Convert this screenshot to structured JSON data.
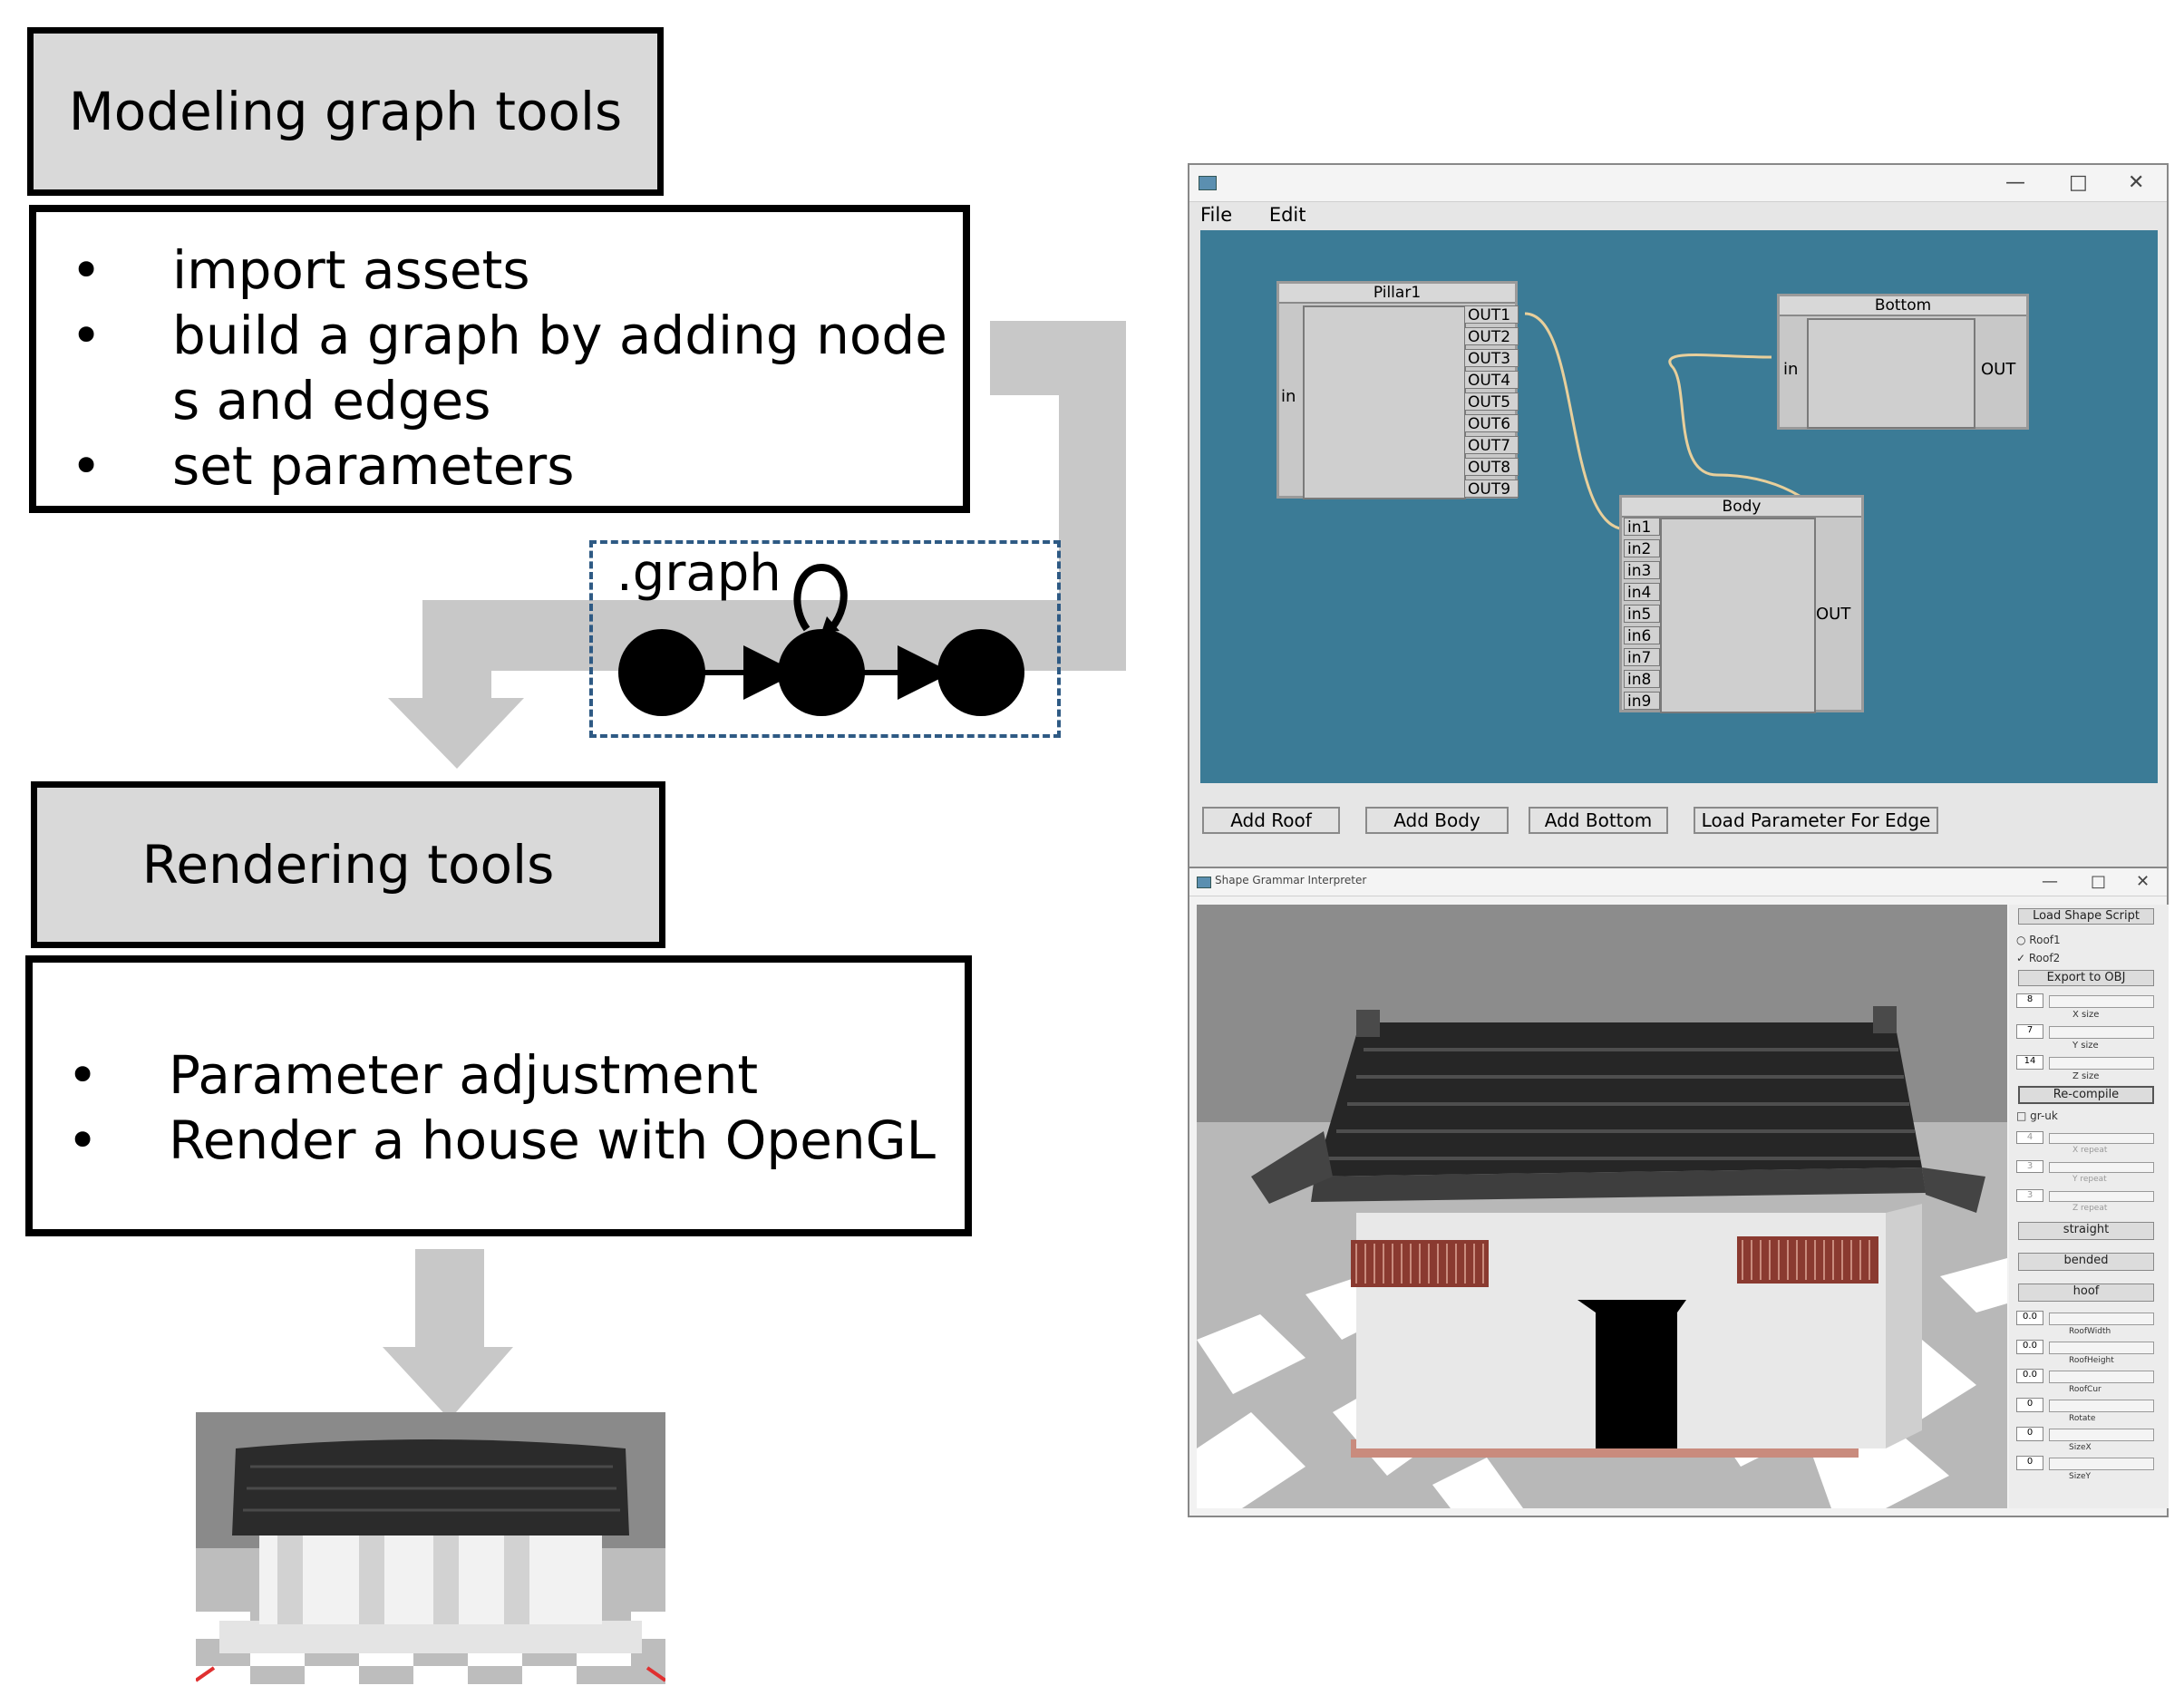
{
  "modeling": {
    "title": "Modeling graph tools",
    "items": [
      "import assets",
      "build a graph by adding node",
      "s and edges",
      "set parameters"
    ]
  },
  "graph": {
    "label": ".graph"
  },
  "rendering": {
    "title": "Rendering tools",
    "items": [
      "Parameter adjustment",
      "Render a house with OpenGL"
    ]
  },
  "editor_window": {
    "menu": [
      "File",
      "Edit"
    ],
    "controls": [
      "—",
      "□",
      "✕"
    ],
    "nodes": {
      "pillar": {
        "title": "Pillar1",
        "input": "in",
        "outputs": [
          "OUT1",
          "OUT2",
          "OUT3",
          "OUT4",
          "OUT5",
          "OUT6",
          "OUT7",
          "OUT8",
          "OUT9"
        ]
      },
      "bottom": {
        "title": "Bottom",
        "input": "in",
        "output": "OUT"
      },
      "body": {
        "title": "Body",
        "inputs": [
          "in1",
          "in2",
          "in3",
          "in4",
          "in5",
          "in6",
          "in7",
          "in8",
          "in9"
        ],
        "output": "OUT"
      }
    },
    "buttons": [
      "Add Roof",
      "Add Body",
      "Add Bottom",
      "Load Parameter For Edge"
    ],
    "canvas_color": "#3b7b96"
  },
  "render_window": {
    "title": "Shape Grammar Interpreter",
    "controls": [
      "—",
      "□",
      "✕"
    ],
    "panel": {
      "load_button": "Load Shape Script",
      "radios": [
        "Roof1",
        "Roof2"
      ],
      "export_button": "Export to OBJ",
      "sliders": [
        {
          "value": "8",
          "label": "X size"
        },
        {
          "value": "7",
          "label": "Y size"
        },
        {
          "value": "14",
          "label": "Z size"
        }
      ],
      "recompile_button": "Re-compile",
      "checkbox": "gr-uk",
      "repeat_sliders": [
        {
          "value": "4",
          "label": "X repeat"
        },
        {
          "value": "3",
          "label": "Y repeat"
        },
        {
          "value": "3",
          "label": "Z repeat"
        }
      ],
      "mode_buttons": [
        "straight",
        "bended",
        "hoof"
      ],
      "param_sliders": [
        {
          "value": "0.0",
          "label": "RoofWidth"
        },
        {
          "value": "0.0",
          "label": "RoofHeight"
        },
        {
          "value": "0.0",
          "label": "RoofCur"
        },
        {
          "value": "0",
          "label": "Rotate"
        },
        {
          "value": "0",
          "label": "SizeX"
        },
        {
          "value": "0",
          "label": "SizeY"
        }
      ]
    }
  },
  "colors": {
    "arrow": "#c8c8c8",
    "roof": "#2b2b2b",
    "trim": "#b56b5b",
    "wall": "#e8e8e8"
  }
}
